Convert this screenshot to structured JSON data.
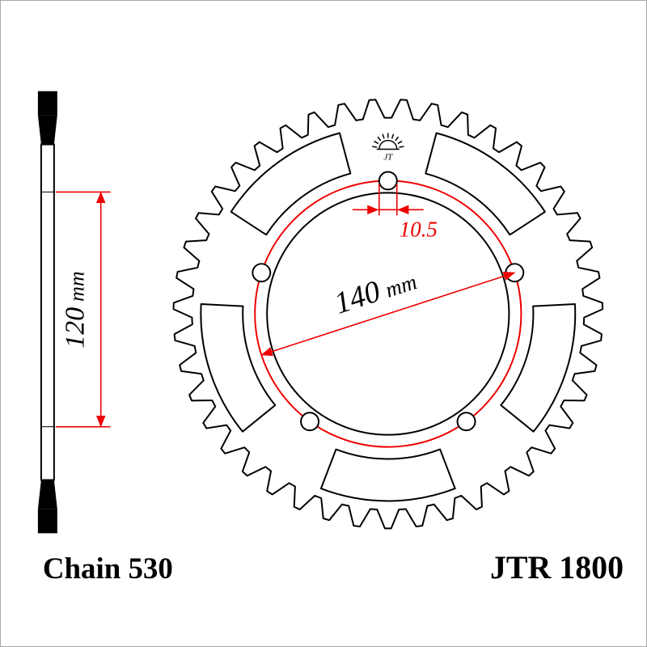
{
  "colors": {
    "drawing_black": "#000000",
    "dimension_red": "#ee0000",
    "border_gray": "#a8a8a8",
    "background": "#ffffff"
  },
  "labels": {
    "chain": "Chain 530",
    "model": "JTR 1800",
    "logo_mark": "JT"
  },
  "dimensions": {
    "hub_width": {
      "value": "120",
      "unit": "mm"
    },
    "bolt_circle_diameter": {
      "value": "140",
      "unit": "mm"
    },
    "bolt_hole_diameter": {
      "value": "10.5"
    }
  },
  "sprocket": {
    "teeth_count": 43,
    "bolt_hole_count": 5
  }
}
